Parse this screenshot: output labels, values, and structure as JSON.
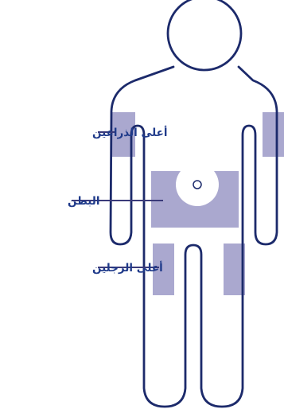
{
  "colors": {
    "outline": "#1c2a6b",
    "zone_fill": "#aaa8cf",
    "label_text": "#1f3a8a",
    "leader_line": "#3a3a7a",
    "background": "#ffffff"
  },
  "labels": {
    "upper_arms": "أعلى الذراعين",
    "abdomen": "البطن",
    "upper_legs": "أعلى الرجلين"
  }
}
